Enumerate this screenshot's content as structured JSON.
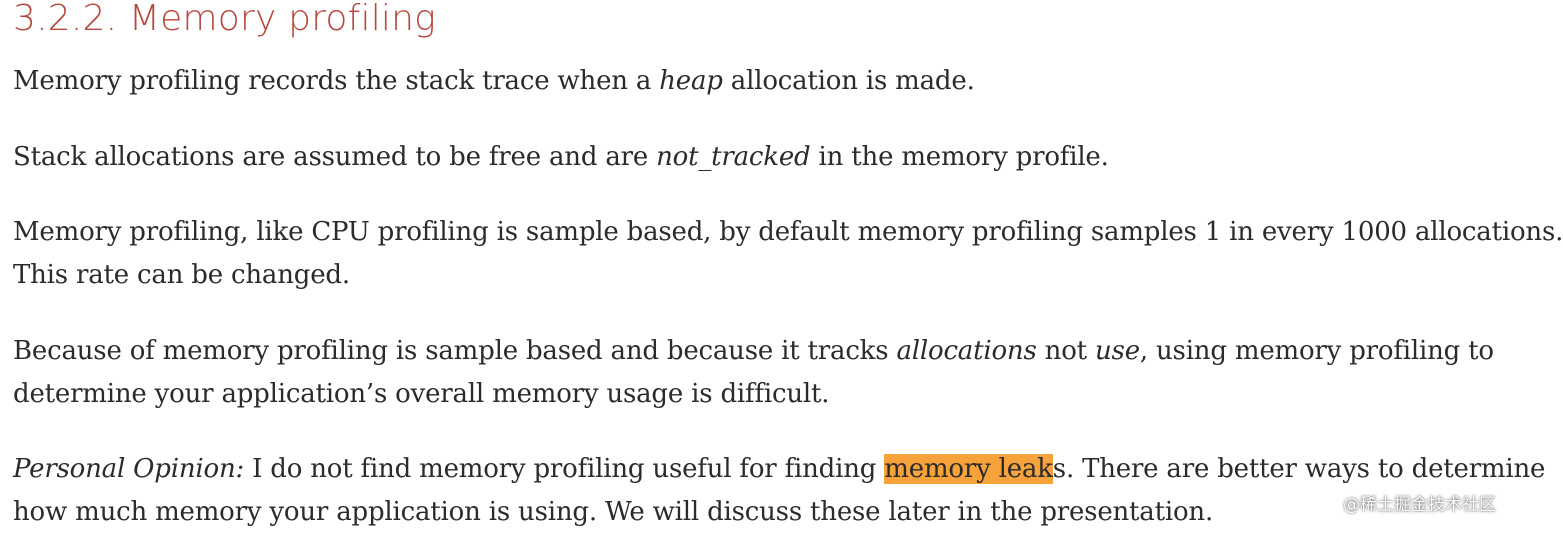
{
  "section": {
    "title": "3.2.2. Memory profiling"
  },
  "paragraphs": {
    "p1": {
      "a": "Memory profiling records the stack trace when a ",
      "em": "heap",
      "b": " allocation is made."
    },
    "p2": {
      "a": "Stack allocations are assumed to be free and are ",
      "em": "not_tracked",
      "b": " in the memory profile."
    },
    "p3": {
      "line1": "Memory profiling, like CPU profiling is sample based, by default memory profiling samples 1 in every 1000 allocations.",
      "line2": "This rate can be changed."
    },
    "p4": {
      "a": "Because of memory profiling is sample based and because it tracks ",
      "em1": "allocations",
      "b": " not ",
      "em2": "use",
      "c": ", using memory profiling to",
      "line2": "determine your application’s overall memory usage is difficult."
    },
    "p5": {
      "em": "Personal Opinion:",
      "a": " I do not find memory profiling useful for finding ",
      "highlight": "memory leak",
      "b": "s. There are better ways to determine",
      "line2": "how much memory your application is using. We will discuss these later in the presentation."
    }
  },
  "watermark": {
    "text": "@稀土掘金技术社区"
  },
  "colors": {
    "heading": "#b9463a",
    "text": "#2b2b2b",
    "highlight": "#f7a23a"
  }
}
